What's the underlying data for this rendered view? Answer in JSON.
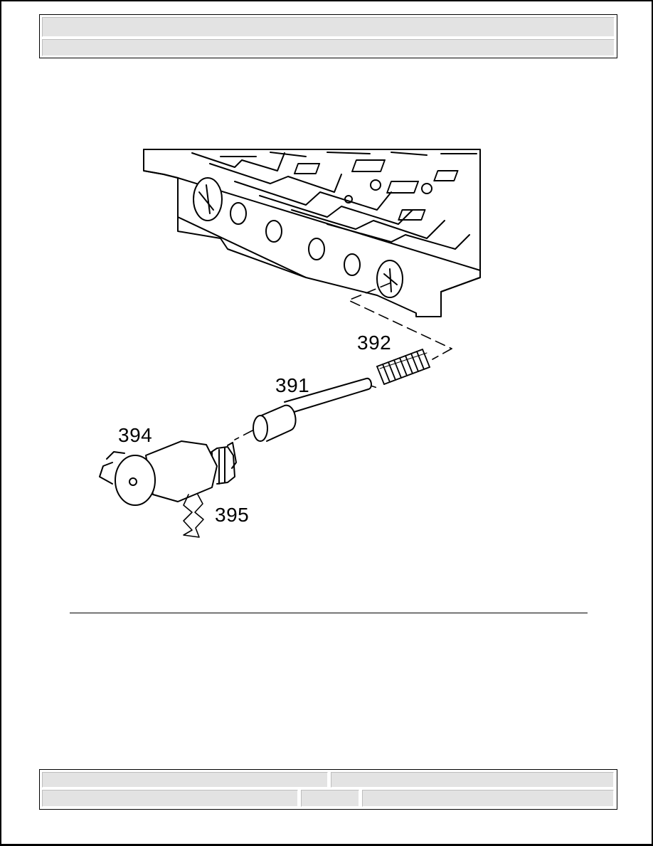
{
  "header": {
    "row1": "",
    "row2": ""
  },
  "figure": {
    "callouts": {
      "c391": "391",
      "c392": "392",
      "c394": "394",
      "c395": "395"
    }
  },
  "footer": {
    "left": "",
    "right": "",
    "bottom_left": "",
    "bottom_mid": "",
    "bottom_right": ""
  }
}
